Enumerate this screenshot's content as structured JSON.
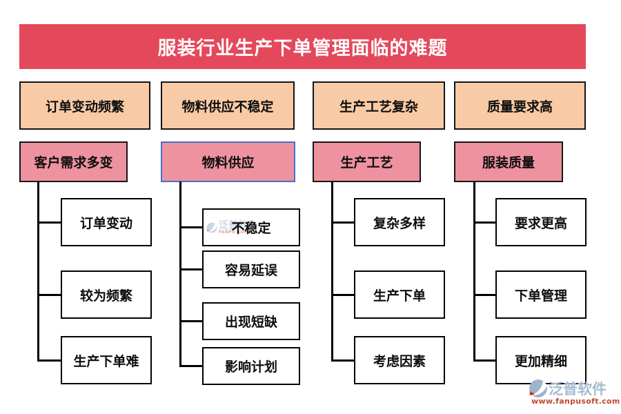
{
  "title": "服装行业生产下单管理面临的难题",
  "columns": [
    {
      "header": "订单变动频繁",
      "sub": "客户需求多变",
      "items": [
        "订单变动",
        "较为频繁",
        "生产下单难"
      ]
    },
    {
      "header": "物料供应不稳定",
      "sub": "物料供应",
      "items": [
        "不稳定",
        "容易延误",
        "出现短缺",
        "影响计划"
      ]
    },
    {
      "header": "生产工艺复杂",
      "sub": "生产工艺",
      "items": [
        "复杂多样",
        "生产下单",
        "考虑因素"
      ]
    },
    {
      "header": "质量要求高",
      "sub": "服装质量",
      "items": [
        "要求更高",
        "下单管理",
        "更加精细"
      ]
    }
  ],
  "branding": {
    "name": "泛普软件",
    "url": "www.fanpusoft.com"
  },
  "watermark": {
    "name": "泛普软件",
    "sub": "FANPU SOFT"
  },
  "colors": {
    "banner": "#E4495B",
    "banner_text": "#FFFFFF",
    "header_fill": "#F8CBA6",
    "sub_fill": "#EE92A0",
    "selected_border": "#4472C4",
    "box_border": "#000000",
    "brand_text": "#A7BACF",
    "brand_url": "#C04A33"
  }
}
